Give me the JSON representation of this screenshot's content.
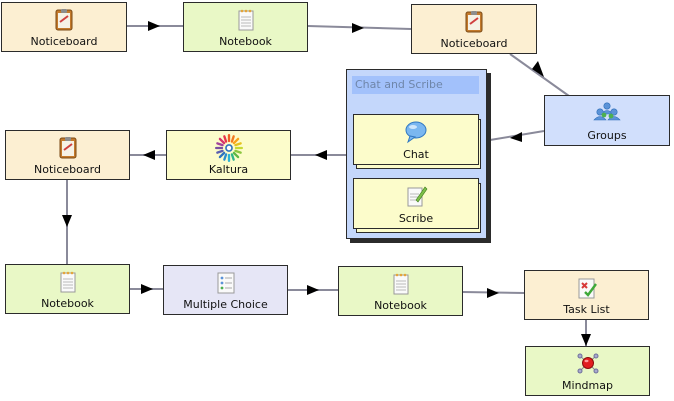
{
  "nodes": {
    "notice1": {
      "label": "Noticeboard",
      "icon": "noticeboard-icon"
    },
    "notebook1": {
      "label": "Notebook",
      "icon": "notebook-icon"
    },
    "notice2": {
      "label": "Noticeboard",
      "icon": "noticeboard-icon"
    },
    "groups": {
      "label": "Groups",
      "icon": "groups-icon"
    },
    "branch": {
      "title": "Chat and Scribe"
    },
    "chat": {
      "label": "Chat",
      "icon": "chat-bubble-icon"
    },
    "scribe": {
      "label": "Scribe",
      "icon": "scribe-icon"
    },
    "kaltura": {
      "label": "Kaltura",
      "icon": "kaltura-icon"
    },
    "notice3": {
      "label": "Noticeboard",
      "icon": "noticeboard-icon"
    },
    "notebook2": {
      "label": "Notebook",
      "icon": "notebook-icon"
    },
    "mc": {
      "label": "Multiple Choice",
      "icon": "multiple-choice-icon"
    },
    "notebook3": {
      "label": "Notebook",
      "icon": "notebook-icon"
    },
    "tasklist": {
      "label": "Task List",
      "icon": "task-list-icon"
    },
    "mindmap": {
      "label": "Mindmap",
      "icon": "mindmap-icon"
    }
  },
  "colors": {
    "noticeboard": "#fcefd2",
    "notebook": "#e9f8c6",
    "yellow_activity": "#fcfccb",
    "groups": "#d1dffc",
    "assessment": "#e6e6f6",
    "branch": "#c4d7fb",
    "connector": "#8a8a9a"
  }
}
